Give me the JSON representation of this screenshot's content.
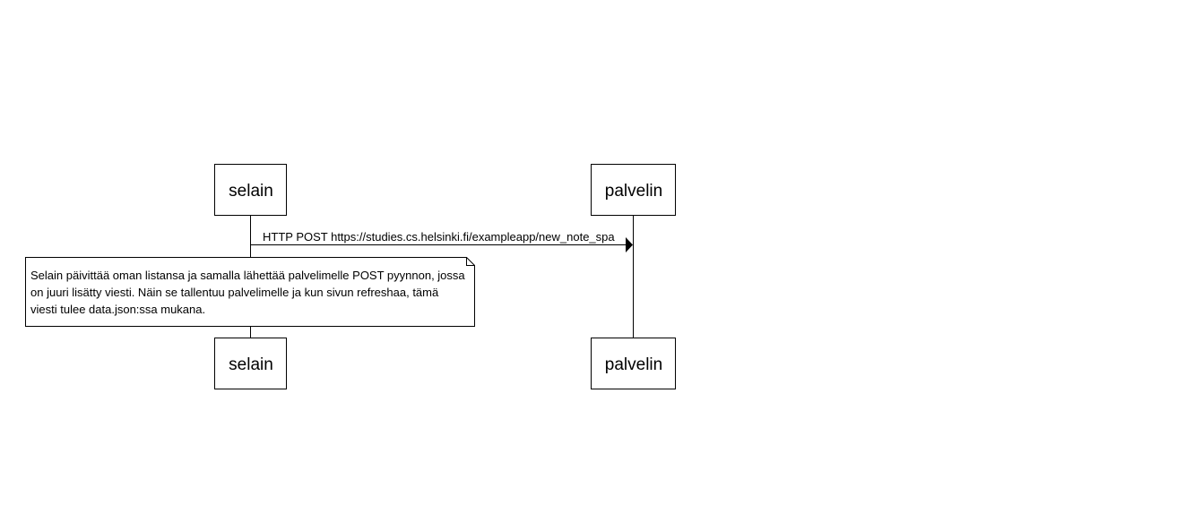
{
  "diagram": {
    "type": "sequence",
    "participants": [
      {
        "id": "selain",
        "label": "selain"
      },
      {
        "id": "palvelin",
        "label": "palvelin"
      }
    ],
    "messages": [
      {
        "from": "selain",
        "to": "palvelin",
        "label": "HTTP POST https://studies.cs.helsinki.fi/exampleapp/new_note_spa"
      }
    ],
    "note": {
      "over": "selain",
      "lines": [
        "Selain päivittää oman listansa ja samalla lähettää palvelimelle POST pyynnon, jossa",
        "on juuri lisätty viesti. Näin se tallentuu palvelimelle ja kun sivun refreshaa, tämä",
        "viesti tulee data.json:ssa mukana."
      ]
    }
  }
}
